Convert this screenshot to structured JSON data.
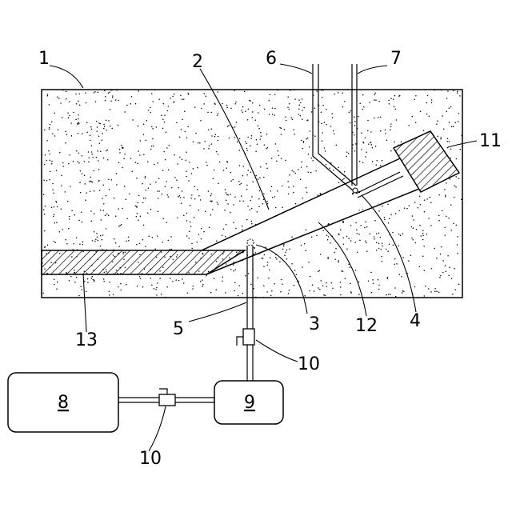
{
  "labels": {
    "ground": "1",
    "bore_upper_edge": "2",
    "lower_nozzle": "3",
    "upper_nozzle": "4",
    "supply_pipe": "5",
    "pipe_6": "6",
    "pipe_7": "7",
    "tank": "8",
    "pump": "9",
    "valve_right": "10",
    "valve_left": "10",
    "block_11": "11",
    "bore_12": "12",
    "hatched_13": "13"
  },
  "colors": {
    "line": "#000000",
    "background": "#ffffff",
    "dots": "#000000"
  }
}
